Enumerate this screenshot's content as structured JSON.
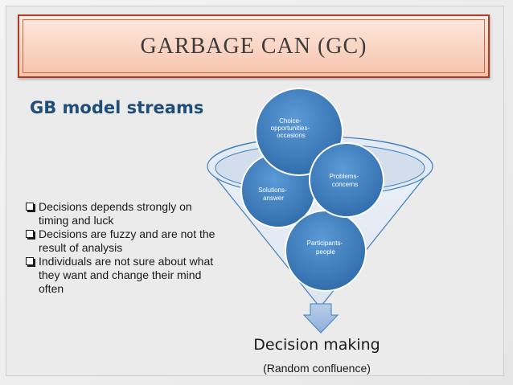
{
  "title": "GARBAGE CAN (GC)",
  "subtitle": "GB model streams",
  "bullets": [
    "Decisions depends strongly on timing and luck",
    "Decisions are fuzzy and are not the result of analysis",
    "Individuals are not sure about what they want and change their mind often"
  ],
  "diagram": {
    "nodes": [
      {
        "lines": [
          "Choice-",
          "opportunities-",
          "occasions"
        ]
      },
      {
        "lines": [
          "Problems-",
          "concerns"
        ]
      },
      {
        "lines": [
          "Solutions-",
          "answer"
        ]
      },
      {
        "lines": [
          "Participants-",
          "people"
        ]
      }
    ],
    "output_label": "Decision making",
    "output_sublabel": "(Random confluence)"
  },
  "colors": {
    "title_border": "#b23b24",
    "title_fill": "#f7c3ab",
    "subtitle": "#1f4e79",
    "node_fill": "#3d7fbf",
    "funnel_fill": "#e9eef5",
    "funnel_stroke": "#3d7fbf",
    "arrow_fill": "#a6bfe0"
  }
}
